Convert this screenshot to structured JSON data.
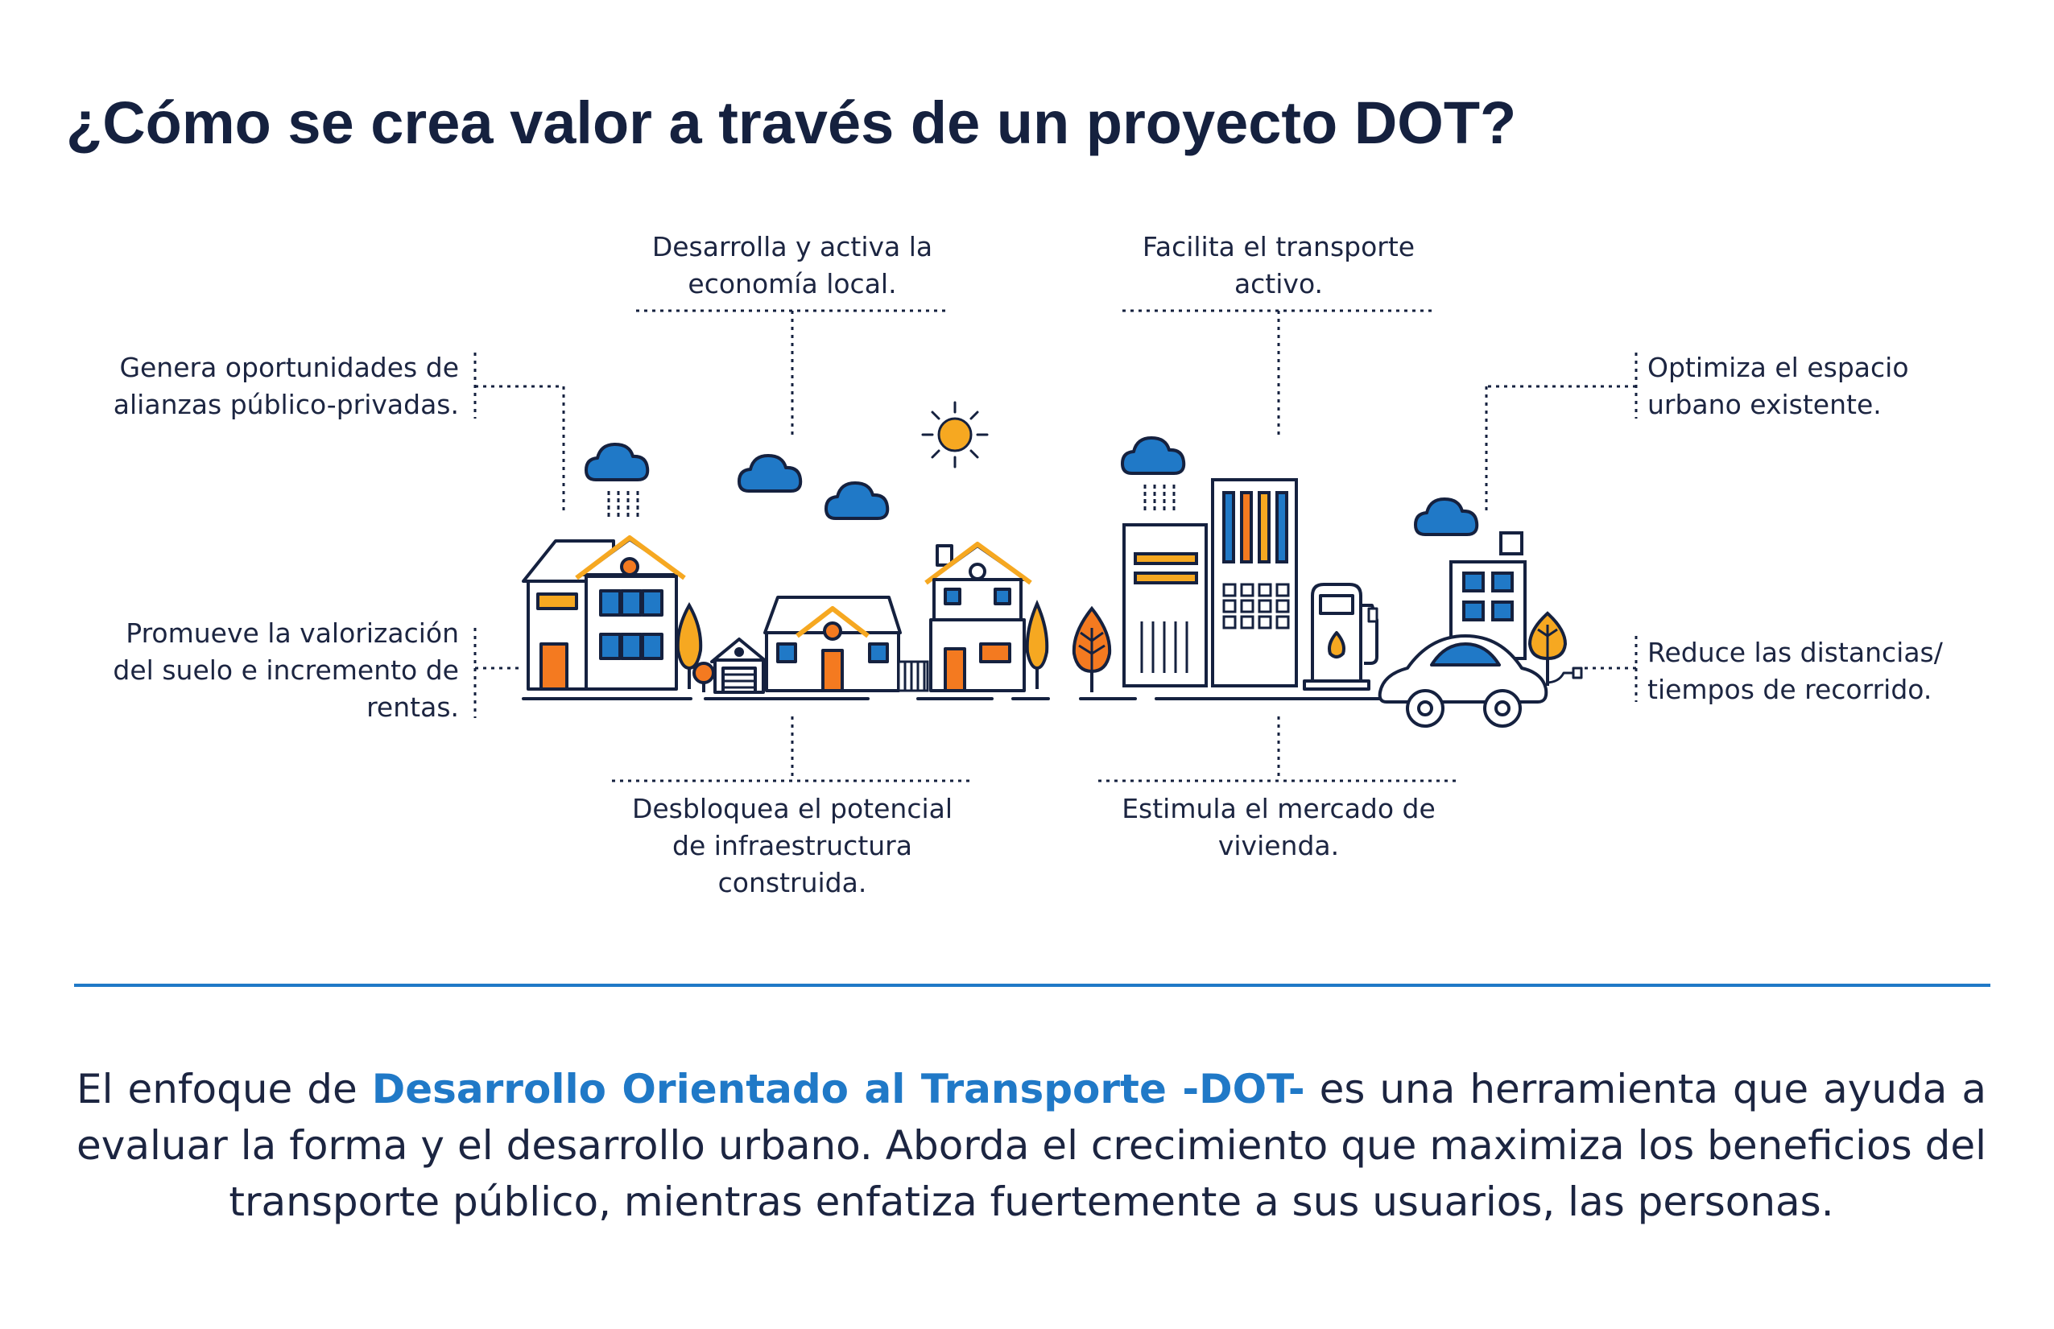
{
  "title": "¿Cómo se crea valor a través de un proyecto DOT?",
  "labels": {
    "genera": [
      "Genera oportunidades de",
      "alianzas público-privadas."
    ],
    "desarrolla": [
      "Desarrolla y activa la",
      "economía local."
    ],
    "facilita": [
      "Facilita el transporte",
      "activo."
    ],
    "optimiza": [
      "Optimiza el espacio",
      "urbano existente."
    ],
    "promueve": [
      "Promueve la valorización",
      "del suelo e incremento de",
      "rentas."
    ],
    "reduce": [
      "Reduce las distancias/",
      "tiempos de recorrido."
    ],
    "desbloquea": [
      "Desbloquea el potencial",
      "de infraestructura",
      "construida."
    ],
    "estimula": [
      "Estimula el mercado de",
      "vivienda."
    ]
  },
  "summary": {
    "before": "El enfoque de ",
    "highlight": "Desarrollo Orientado al Transporte -DOT-",
    "after": " es una herramienta que ayuda a evaluar la forma y el desarrollo urbano. Aborda el crecimiento que maximiza los beneficios del transporte público, mientras enfatiza fuertemente a sus usuarios, las personas."
  },
  "colors": {
    "navy": "#15213f",
    "blue": "#2079c7",
    "orange": "#f47a20",
    "yellow": "#f6a821",
    "divider": "#2079c7"
  },
  "icons": [
    "cloud-rain-icon",
    "cloud-icon",
    "sun-icon",
    "house-icon",
    "garage-icon",
    "tree-icon",
    "office-building-icon",
    "fuel-pump-icon",
    "electric-car-icon"
  ]
}
